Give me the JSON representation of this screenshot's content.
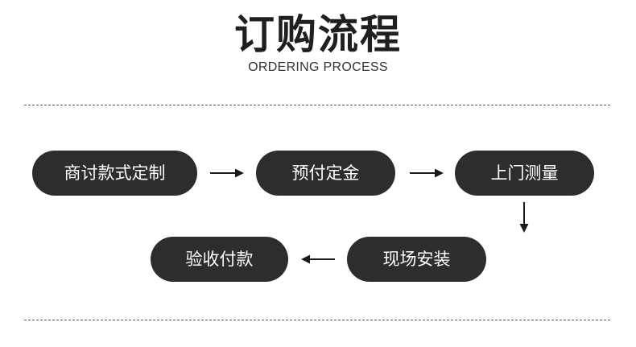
{
  "header": {
    "title": "订购流程",
    "subtitle": "ORDERING PROCESS"
  },
  "steps": [
    {
      "label": "商讨款式定制"
    },
    {
      "label": "预付定金"
    },
    {
      "label": "上门测量"
    },
    {
      "label": "现场安装"
    },
    {
      "label": "验收付款"
    }
  ],
  "colors": {
    "step_background": "#2d2d2d",
    "step_text": "#ffffff",
    "arrow": "#1a1a1a",
    "divider": "#555555"
  }
}
